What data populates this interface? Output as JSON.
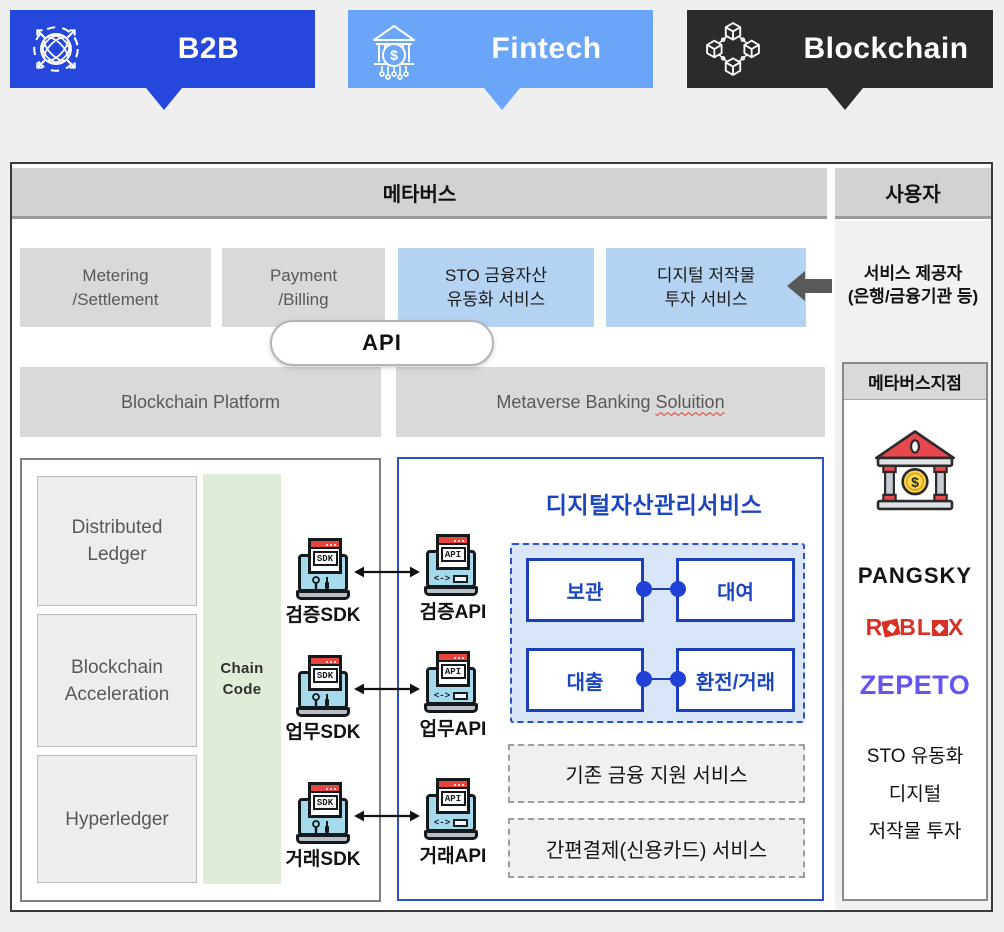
{
  "colors": {
    "b2b_blue": "#2647db",
    "fintech_blue": "#6ba5f7",
    "blockchain_dark": "#2b2b2b",
    "accent_blue": "#2b50c8",
    "service_blue_fill": "#b4d2f1",
    "gray_box": "#d9d9d9",
    "chaincode_green": "#dfedd8",
    "roblox_red": "#d93025",
    "zepeto_purple": "#6356f0",
    "arrow_gray": "#595959"
  },
  "banners": {
    "b2b": {
      "label": "B2B"
    },
    "fintech": {
      "label": "Fintech",
      "dollar": "$"
    },
    "blockchain": {
      "label": "Blockchain"
    }
  },
  "headers": {
    "metaverse": "메타버스",
    "user": "사용자"
  },
  "services": {
    "metering": {
      "line1": "Metering",
      "line2": "/Settlement"
    },
    "payment": {
      "line1": "Payment",
      "line2": "/Billing"
    },
    "sto": {
      "line1": "STO 금융자산",
      "line2": "유동화 서비스"
    },
    "digital": {
      "line1": "디지털 저작물",
      "line2": "투자 서비스"
    }
  },
  "provider": {
    "line1": "서비스 제공자",
    "line2": "(은행/금융기관 등)"
  },
  "api_pill": "API",
  "platforms": {
    "blockchain_platform": "Blockchain Platform",
    "metaverse_banking_prefix": "Metaverse Banking",
    "metaverse_banking_typo": "Soluition"
  },
  "left_panel": {
    "boxes": [
      {
        "line1": "Distributed",
        "line2": "Ledger"
      },
      {
        "line1": "Blockchain",
        "line2": "Acceleration"
      },
      {
        "line1": "Hyperledger",
        "line2": ""
      }
    ],
    "chain_code": {
      "line1": "Chain",
      "line2": "Code"
    }
  },
  "sdk_api": {
    "window_sdk": "SDK",
    "window_api": "API",
    "rows": [
      {
        "sdk": "검증SDK",
        "api": "검증API"
      },
      {
        "sdk": "업무SDK",
        "api": "업무API"
      },
      {
        "sdk": "거래SDK",
        "api": "거래API"
      }
    ]
  },
  "digital_asset": {
    "title": "디지털자산관리서비스",
    "boxes": {
      "storage": "보관",
      "rental": "대여",
      "loan": "대출",
      "exchange": "환전/거래"
    },
    "dashed": [
      {
        "label": "기존 금융 지원 서비스"
      },
      {
        "label": "간편결제(신용카드) 서비스"
      }
    ]
  },
  "sidebar": {
    "header": "메타버스지점",
    "bank_dollar": "$",
    "logos": {
      "pangsky": "PANGSKY",
      "roblox_r": "R",
      "roblox_bl": "BL",
      "roblox_x": "X",
      "zepeto": "ZEPETO"
    },
    "lines": [
      "STO 유동화",
      "디지털",
      "저작물 투자"
    ]
  }
}
